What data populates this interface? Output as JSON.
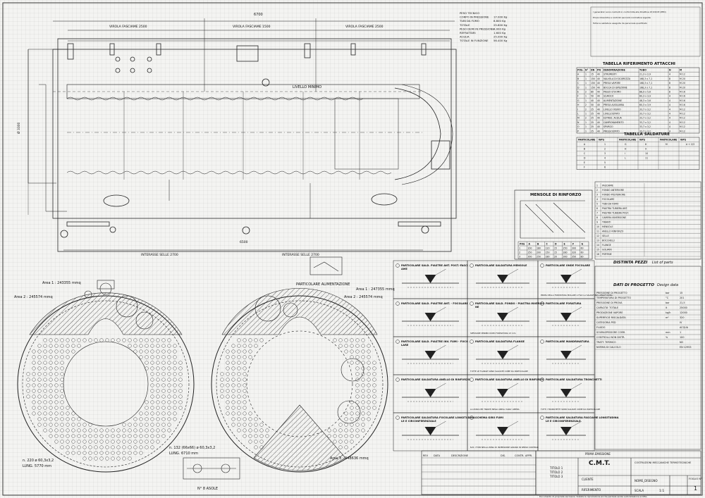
{
  "general_notes": [
    "I generatori sono costruiti in conformita alla Direttiva 97/23/CE (PED)",
    "Prove idrauliche e controlli secondo normativa vigente",
    "Tutte le saldature eseguite da personale qualificato"
  ],
  "tech_data": {
    "rows": [
      {
        "label": "PESO TECNICO",
        "value": ""
      },
      {
        "label": "CORPO IN PRESSIONE",
        "value": "17.000 Kg"
      },
      {
        "label": "TUBI DA FUMO",
        "value": "8.800 Kg"
      },
      {
        "label": "TOTALE",
        "value": "25.800 Kg"
      },
      {
        "label": "PESO DEMI IN PRESSIONE",
        "value": "4.000 Kg"
      },
      {
        "label": "REFRATTARI",
        "value": "1.600 Kg"
      },
      {
        "label": "ACQUA",
        "value": "25.000 Kg"
      },
      {
        "label": "TOTALE IN FUNZIONE",
        "value": "56.400 Kg"
      }
    ]
  },
  "attachments_table": {
    "title": "TABELLA RIFERIMENTO ATTACCHI",
    "headers": [
      "POS.",
      "N°",
      "DN",
      "PN",
      "DENOMINAZIONE",
      "TUBO",
      "N",
      "M"
    ],
    "rows": [
      [
        "A",
        "1",
        "15",
        "40",
        "STRUMENTI",
        "21,3 x 2,9",
        "4",
        "M 12"
      ],
      [
        "B",
        "1",
        "150",
        "40",
        "VALVOLA DI SICUREZZA",
        "168,3 x 7,1",
        "8",
        "M 20"
      ],
      [
        "C",
        "1",
        "150",
        "40",
        "PRESA VAPORE",
        "168,3 x 7,1",
        "8",
        "M 20"
      ],
      [
        "D",
        "1",
        "150",
        "40",
        "BOCCA DI ISPEZIONE",
        "168,3 x 7,1",
        "8",
        "M 20"
      ],
      [
        "E",
        "2",
        "80",
        "40",
        "PASSO D'UOMO",
        "88,9 x 5,6",
        "8",
        "M 16"
      ],
      [
        "F",
        "1",
        "50",
        "40",
        "SCARICO",
        "60,3 x 3,9",
        "4",
        "M 16"
      ],
      [
        "G",
        "1",
        "40",
        "40",
        "ALIMENTAZIONE",
        "48,3 x 3,6",
        "4",
        "M 16"
      ],
      [
        "H",
        "2",
        "50",
        "40",
        "PRESA AUSILIARIA",
        "60,3 x 3,9",
        "4",
        "M 16"
      ],
      [
        "I",
        "2",
        "25",
        "40",
        "LIVELLO VISIVO",
        "33,7 x 3,2",
        "4",
        "M 12"
      ],
      [
        "L",
        "1",
        "25",
        "40",
        "LIVELLOSTATO",
        "33,7 x 3,2",
        "4",
        "M 12"
      ],
      [
        "M",
        "2",
        "25",
        "40",
        "ESTRAZ. ACQUA",
        "33,7 x 3,2",
        "4",
        "M 12"
      ],
      [
        "N",
        "1",
        "25",
        "40",
        "CAMPIONAMENTO",
        "33,7 x 3,2",
        "4",
        "M 12"
      ],
      [
        "O",
        "1",
        "25",
        "40",
        "SPURGO",
        "33,7 x 3,2",
        "4",
        "M 12"
      ],
      [
        "P",
        "1",
        "25",
        "40",
        "PRESSOSTATO",
        "33,7 x 3,2",
        "4",
        "M 12"
      ]
    ]
  },
  "welds_table": {
    "title": "TABELLA SALDATURE",
    "headers": [
      "PARTICOLARE",
      "WPS",
      "PARTICOLARE",
      "WPS",
      "PARTICOLARE",
      "WPS"
    ],
    "rows": [
      [
        "A",
        "1",
        "G",
        "8",
        "M",
        "A + 2/3"
      ],
      [
        "B",
        "2",
        "H",
        "9",
        "",
        ""
      ],
      [
        "C",
        "3",
        "I",
        "10",
        "",
        ""
      ],
      [
        "D",
        "4",
        "L",
        "11",
        "",
        ""
      ],
      [
        "E",
        "5",
        "",
        "",
        "",
        ""
      ],
      [
        "F",
        "6",
        "",
        "",
        "",
        ""
      ]
    ]
  },
  "bracket": {
    "title": "MENSOLE DI RINFORZO",
    "table_headers": [
      "POS",
      "A",
      "B",
      "C",
      "D",
      "E",
      "F",
      "G"
    ],
    "table_rows": [
      [
        "1",
        "200",
        "180",
        "120",
        "15",
        "250",
        "300",
        "60"
      ],
      [
        "2",
        "250",
        "200",
        "150",
        "15",
        "280",
        "320",
        "60"
      ],
      [
        "3",
        "300",
        "250",
        "180",
        "20",
        "300",
        "350",
        "80"
      ]
    ]
  },
  "parts_list": {
    "title": "DISTINTA PEZZI",
    "title_en": "List of parts",
    "rows": [
      "FASCIAME",
      "FONDO ANTERIORE",
      "FONDO POSTERIORE",
      "FOCOLARE",
      "TUBI DA FUMO",
      "PIASTRA TUBIERA ANT.",
      "PIASTRA TUBIERA POST.",
      "CAMERA INVERSIONE",
      "TIRANTI",
      "MENSOLE",
      "ANELLO RINFORZO",
      "SELLE",
      "BOCCHELLI",
      "FLANGE",
      "GOLFARI",
      "PORTINE"
    ]
  },
  "design_data": {
    "title": "DATI DI PROGETTO",
    "title_en": "Design data",
    "rows": [
      [
        "PRESSIONE DI PROGETTO",
        "bar",
        "15"
      ],
      [
        "TEMPERATURA DI PROGETTO",
        "°C",
        "201"
      ],
      [
        "PRESSIONE DI PROVA",
        "bar",
        "21,5"
      ],
      [
        "CAPACITA' TOTALE",
        "lt",
        "25000"
      ],
      [
        "PRODUZIONE VAPORE",
        "kg/h",
        "12000"
      ],
      [
        "SUPERFICIE RISCALDATA",
        "m²",
        "320"
      ],
      [
        "CATEGORIA PED",
        "",
        "IV"
      ],
      [
        "FLUIDO",
        "",
        "ACQUA"
      ],
      [
        "SOVRASPESSORE CORR.",
        "mm",
        "1"
      ],
      [
        "CONTROLLI NON DISTR.",
        "%",
        "100"
      ],
      [
        "TRATT. TERMICO",
        "",
        "NO"
      ],
      [
        "NORMA DI CALCOLO",
        "",
        "EN 12953"
      ]
    ]
  },
  "title_block": {
    "company": "C.M.T.",
    "company_sub": "COSTRUZIONI MECCANICHE TERMOTECNICHE",
    "cliente_label": "CLIENTE",
    "riferimento_label": "RIFERIMENTO",
    "title_lines": [
      "TITOLO 1",
      "TITOLO 2",
      "TITOLO 3"
    ],
    "scala_label": "SCALA",
    "scala_value": "1:1",
    "foglio_label": "FOGLIO N°",
    "foglio_value": "1",
    "nome_label": "NOME_DISEGNO",
    "prima_emissione": "PRIMA EMISSIONE",
    "revision_headers": [
      "REV",
      "DATA",
      "DESCRIZIONE",
      "DIS.",
      "CONTR.",
      "APPR."
    ],
    "footer_note": "Documento di proprieta esclusiva. Vietata la riproduzione anche parziale senza autorizzazione scritta."
  },
  "top_view": {
    "dims": {
      "overall": "6700",
      "virola1": "VIROLA FASCIAME 2500",
      "virola2": "VIROLA FASCIAME 1500",
      "virola3": "VIROLA FASCIAME 2500",
      "interasse_selle": "INTERASSE SELLE 2700",
      "interasse_selle2": "INTERASSE SELLE 2700",
      "livello": "LIVELLO MINIMO",
      "diam": "Ø 3300",
      "bottom_total": "6500"
    }
  },
  "section_views": {
    "left_area1": "Area 1 : 243355 mmq",
    "left_area2": "Area 2 : 245574 mmq",
    "left_pipe1": "n. 220 ø 60,3x3,2",
    "left_pipe2": "LUNG. 5770 mm",
    "right_area1": "Area 1 : 247355 mmq",
    "right_area2": "Area 2 : 245574 mmq",
    "right_area3": "Area 3 : 948636 mmq",
    "mid_pipe1": "n. 132 (66x66) ø 60,3x3,2",
    "mid_pipe2": "LUNG. 6710 mm",
    "slots": "N° 8 ASOLE",
    "feed_detail": "PARTICOLARE ALIMENTAZIONE"
  },
  "weld_details": [
    {
      "title": "PARTICOLARE SALD. PIASTRE ANT. POST.-FASCIAME",
      "note": ""
    },
    {
      "title": "PARTICOLARE SALDATURA MENSOLE",
      "note": ""
    },
    {
      "title": "PARTICOLARE ONDE FOCOLARE",
      "note": "PRIMA DELLA FORMATURA MOLARE A FILO LA SALDATURA LONGITUDINALE"
    },
    {
      "title": "PARTICOLARE SALD. PIASTRE ANT. - FOCOLARE",
      "note": ""
    },
    {
      "title": "PARTICOLARE SALD. FONDO - PIASTRA INVERSIONE",
      "note": "SPESSORE MINIMO DOPO FORMATURA 13 mm"
    },
    {
      "title": "PARTICOLARE FORATURA",
      "note": ""
    },
    {
      "title": "PARTICOLARE SALD. PIASTRE INV. FUMI - FOCOLARE",
      "note": ""
    },
    {
      "title": "PARTICOLARE SALDATURA FLANGE",
      "note": "TUTTE LE FLANGE SONO SALDATE COME DA PARTICOLARE"
    },
    {
      "title": "PARTICOLARE MANDRINATURA",
      "note": ""
    },
    {
      "title": "PARTICOLARE SALDATURA ANELLO DI RINFORZO",
      "note": ""
    },
    {
      "title": "PARTICOLARE SALDATURA ANELLO DI RINFORZO",
      "note": "LA ZONA DEI TIRANTI NEGLI ANELLI SARA' LIBERA"
    },
    {
      "title": "PARTICOLARE SALDATURA TRONCHETTI",
      "note": "TUTTI I TRONCHETTI SONO SALDATI COME DA PARTICOLARE"
    },
    {
      "title": "PARTICOLARE SALDATURA FOCOLARE LONGITUDINALE E CIRCONFERENZIALE",
      "note": ""
    },
    {
      "title": "SCHEMA GIRO FUMI",
      "note": "N.B. I FUMI NELLA ZONA DI INVERSIONE GIRANO IN SENSO CONTRARIO"
    },
    {
      "title": "PARTICOLARE SALDATURA FASCIAME LONGITUDINALE E CIRCONFERENZIALE",
      "note": ""
    }
  ]
}
